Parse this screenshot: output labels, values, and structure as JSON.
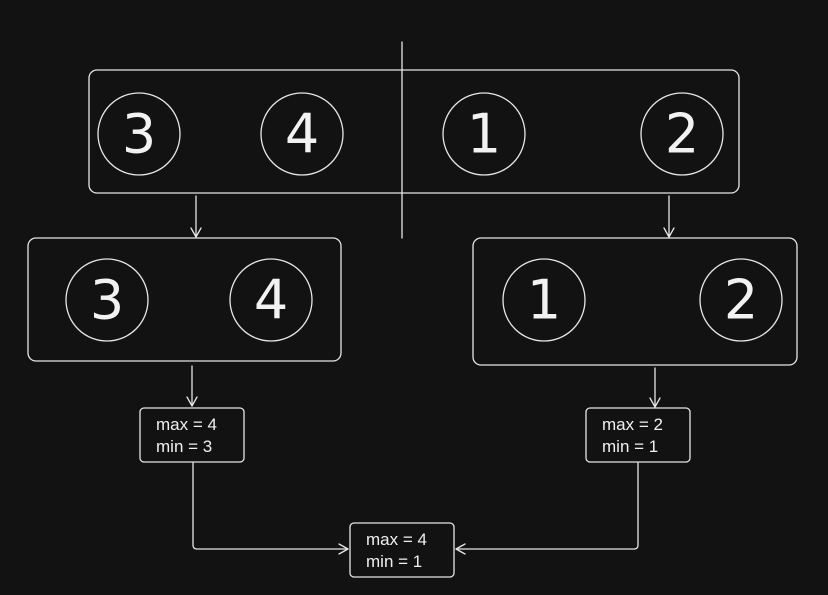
{
  "colors": {
    "background": "#121212",
    "stroke": "#e6e6e6",
    "text": "#f2f2f2"
  },
  "top_array": {
    "left_half": [
      "3",
      "4"
    ],
    "right_half": [
      "1",
      "2"
    ]
  },
  "left_sub": {
    "values": [
      "3",
      "4"
    ],
    "max_label": "max = 4",
    "min_label": "min =  3"
  },
  "right_sub": {
    "values": [
      "1",
      "2"
    ],
    "max_label": "max = 2",
    "min_label": "min =  1"
  },
  "result": {
    "max_label": "max = 4",
    "min_label": "min =  1"
  }
}
